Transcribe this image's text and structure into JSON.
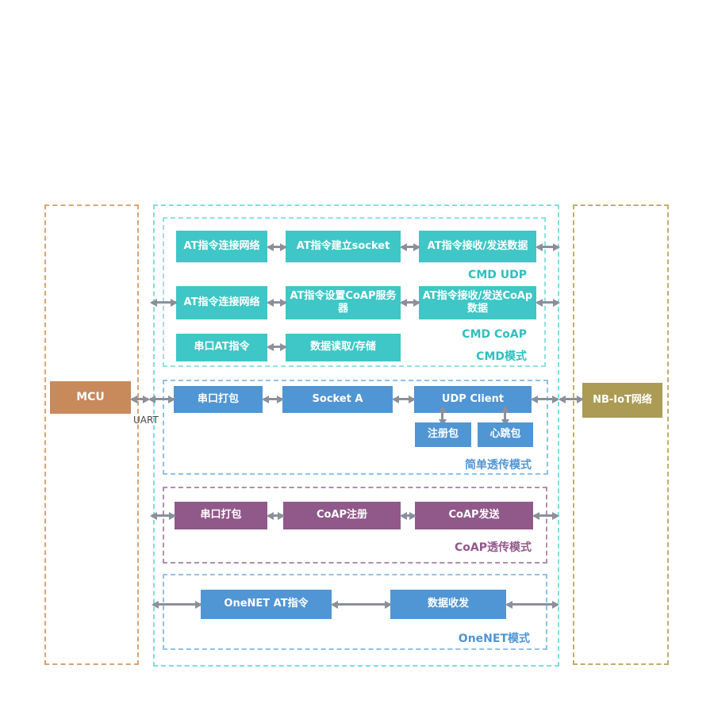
{
  "diagram": {
    "mcu": {
      "label": "MCU"
    },
    "nbiot": {
      "label": "NB-IoT网络"
    },
    "uart": {
      "label": "UART"
    },
    "cmd_mode": {
      "label": "CMD模式",
      "row_udp": {
        "b1": "AT指令连接网络",
        "b2": "AT指令建立socket",
        "b3": "AT指令接收/发送数据",
        "label": "CMD UDP"
      },
      "row_coap": {
        "b1": "AT指令连接网络",
        "b2": "AT指令设置CoAP服务器",
        "b3": "AT指令接收/发送CoAp数据",
        "label": "CMD CoAP"
      },
      "row_serial": {
        "b1": "串口AT指令",
        "b2": "数据读取/存储"
      }
    },
    "transparent_mode": {
      "label": "简单透传模式",
      "b1": "串口打包",
      "b2": "Socket A",
      "b3": "UDP Client",
      "b4": "注册包",
      "b5": "心跳包"
    },
    "coap_mode": {
      "label": "CoAP透传模式",
      "b1": "串口打包",
      "b2": "CoAP注册",
      "b3": "CoAP发送"
    },
    "onenet_mode": {
      "label": "OneNET模式",
      "b1": "OneNET AT指令",
      "b2": "数据收发"
    }
  },
  "colors": {
    "teal": "#3FC6C6",
    "blue": "#5095D4",
    "purple": "#91588A",
    "mcu": "#C8895B",
    "nbiot": "#AB9B55",
    "arrow": "#8A909B",
    "label_teal": "#2FBFBF",
    "label_blue": "#5095D4",
    "label_purple": "#91588A",
    "border_left_col": "#DCA273",
    "border_outer": "#7EDEDE",
    "border_cmd": "#8FE2E2",
    "border_blue": "#90C1E8",
    "border_purple": "#B08CAC",
    "border_right_col": "#C1AC6F",
    "uart_text": "#4A4A4A"
  }
}
